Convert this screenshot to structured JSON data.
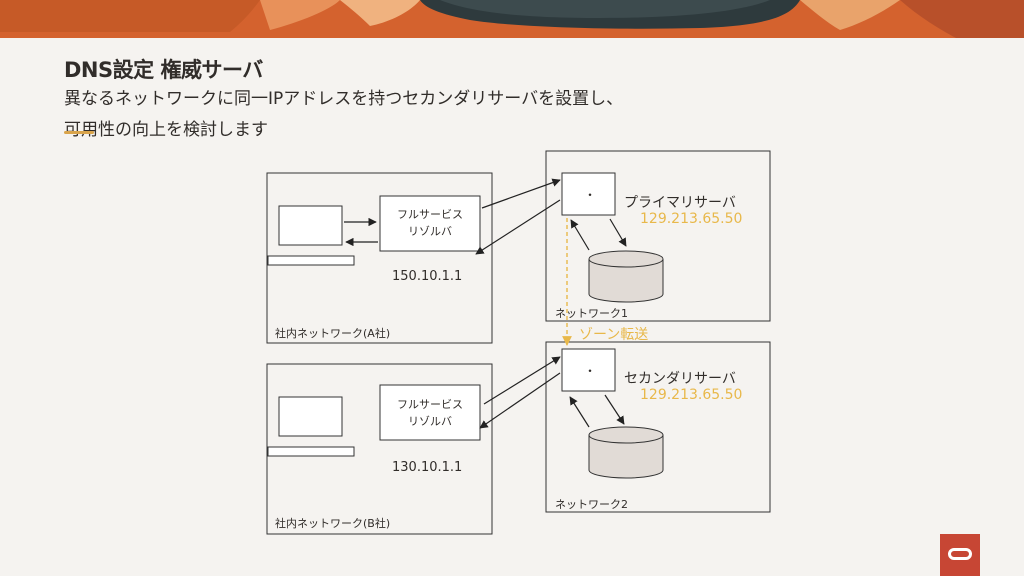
{
  "slide": {
    "title": "DNS設定 権威サーバ",
    "subtitle_line1": "異なるネットワークに同一IPアドレスを持つセカンダリサーバを設置し、",
    "subtitle_line2": "可用性の向上を検討します"
  },
  "company_a": {
    "network_label": "社内ネットワーク(A社)",
    "resolver_line1": "フルサービス",
    "resolver_line2": "リゾルバ",
    "resolver_ip": "150.10.1.1"
  },
  "company_b": {
    "network_label": "社内ネットワーク(B社)",
    "resolver_line1": "フルサービス",
    "resolver_line2": "リゾルバ",
    "resolver_ip": "130.10.1.1"
  },
  "network1": {
    "label": "ネットワーク1",
    "server_name": "プライマリサーバ",
    "server_ip": "129.213.65.50",
    "node_mark": "・"
  },
  "network2": {
    "label": "ネットワーク2",
    "server_name": "セカンダリサーバ",
    "server_ip": "129.213.65.50",
    "node_mark": "・"
  },
  "zone_transfer_label": "ゾーン転送",
  "colors": {
    "accent_yellow": "#e8b84a",
    "oracle_red": "#c74634",
    "db_fill": "#e1dbd6",
    "banner_orange": "#d4622e",
    "banner_dark": "#2e3a3d"
  }
}
